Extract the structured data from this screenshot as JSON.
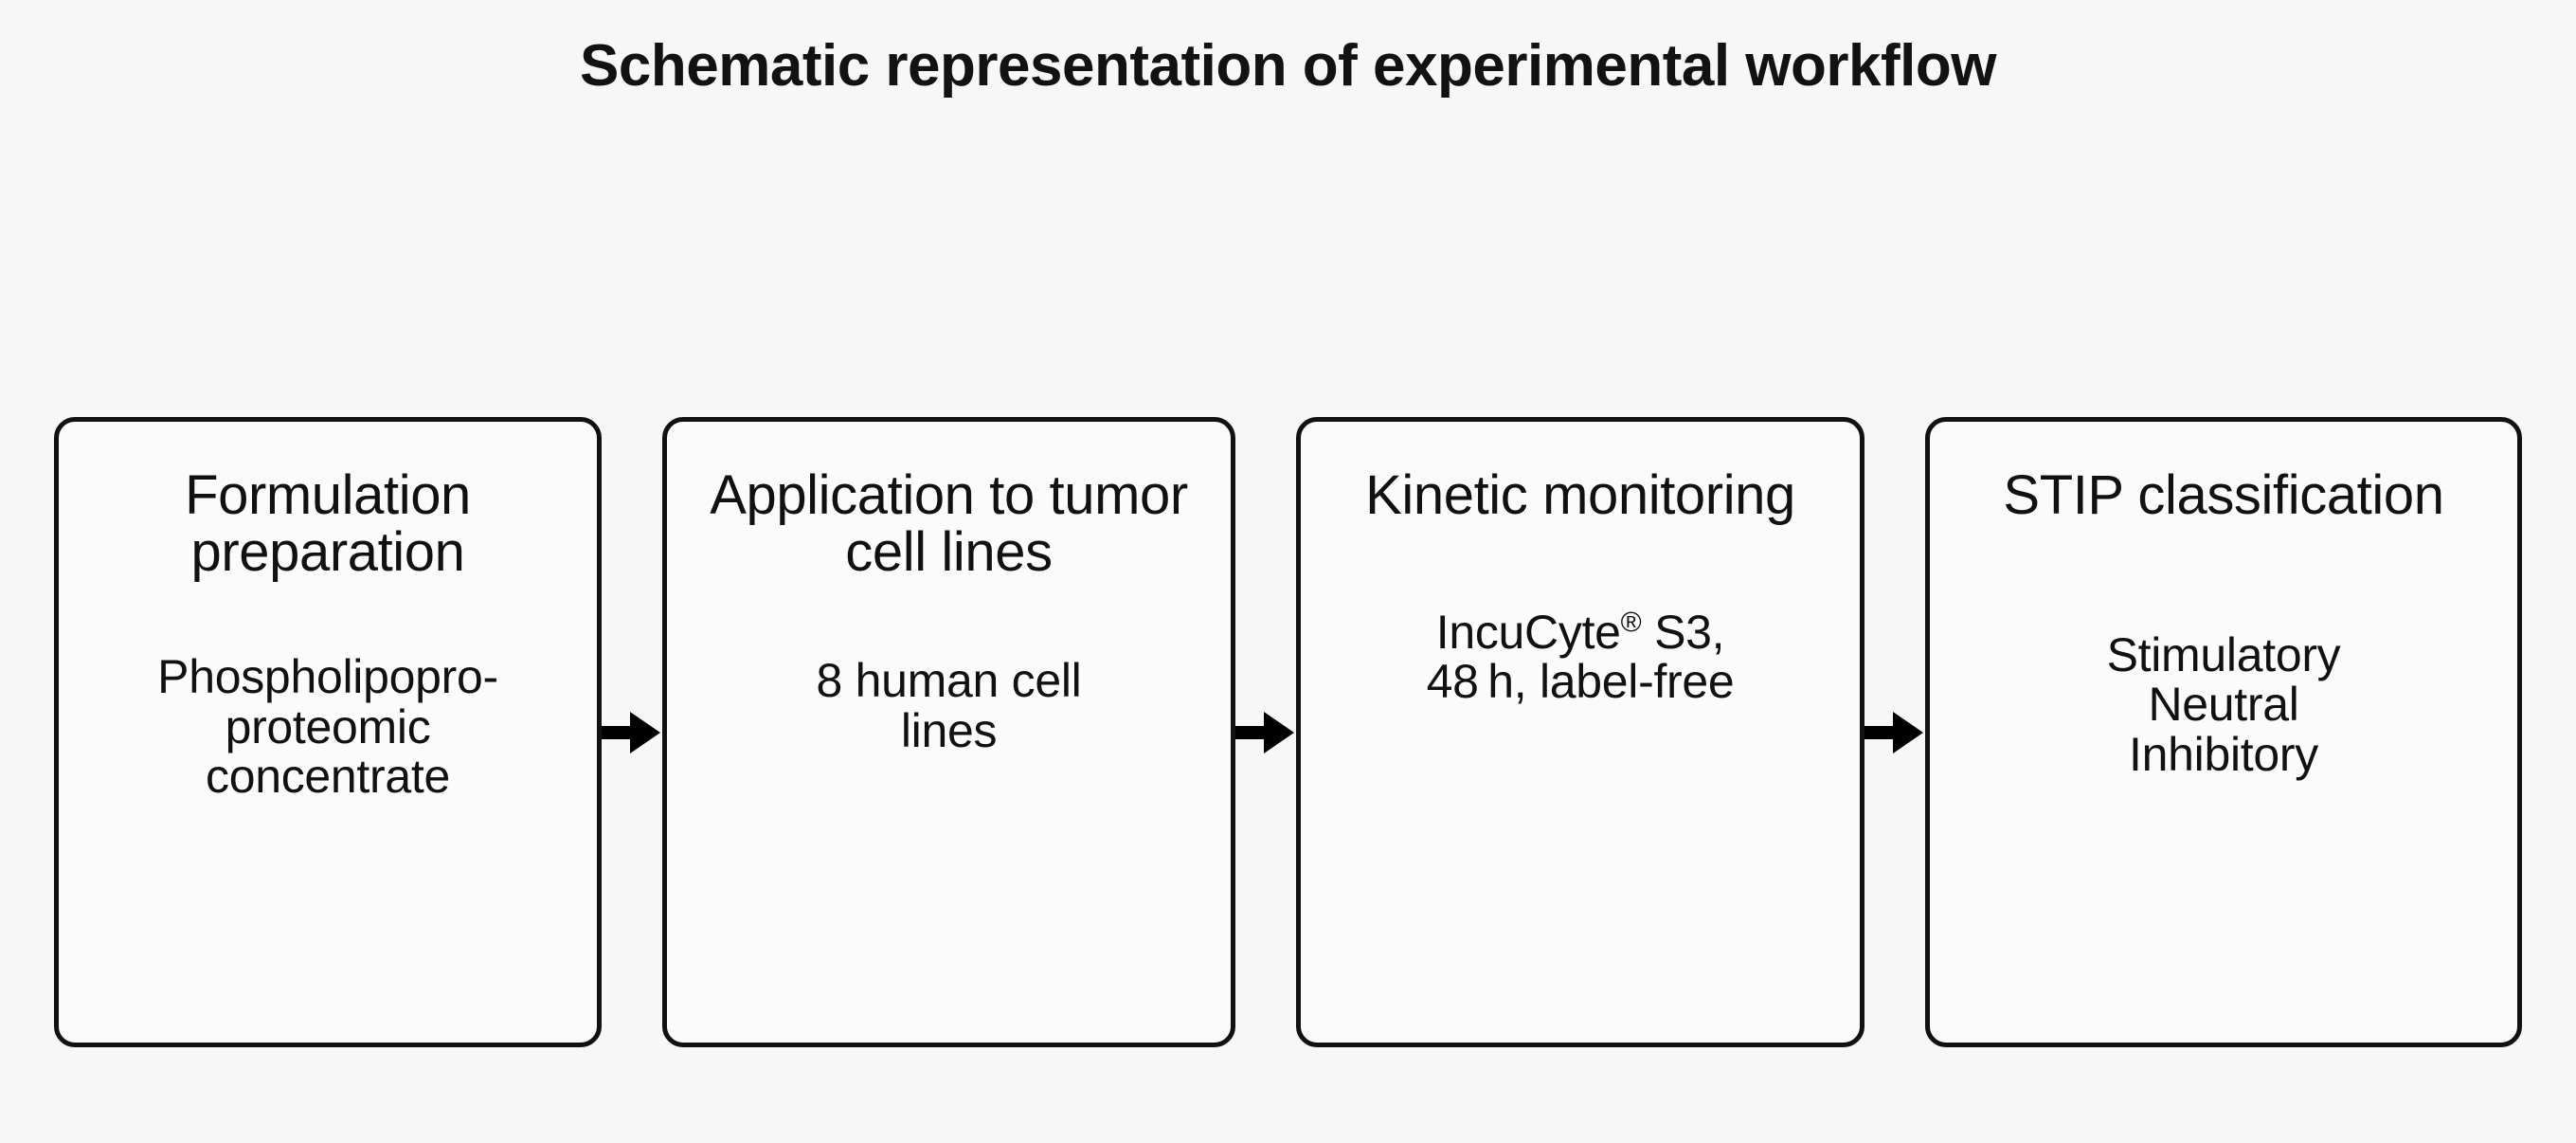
{
  "figure": {
    "title": "Schematic representation of experimental workflow",
    "background_color": "#f7f7f7",
    "box_border_color": "#111111",
    "box_fill_color": "#fbfbfb",
    "arrow_color": "#000000"
  },
  "workflow": {
    "steps": [
      {
        "index": 1,
        "heading": "Formulation preparation",
        "detail_lines": [
          "Phospholipopro-",
          "proteomic",
          "concentrate"
        ],
        "detail": "Phospholipopro-proteomic concentrate"
      },
      {
        "index": 2,
        "heading": "Application to tumor cell lines",
        "detail_lines": [
          "8 human cell",
          "lines"
        ],
        "detail": "8 human cell lines"
      },
      {
        "index": 3,
        "heading": "Kinetic monitoring",
        "detail_prefix": "IncuCyte",
        "detail_reg_mark": "®",
        "detail_suffix": " S3,",
        "detail_line2": "48 h, label-free",
        "detail": "IncuCyte® S3, 48 h, label-free"
      },
      {
        "index": 4,
        "heading": "STIP classification",
        "detail_lines": [
          "Stimulatory",
          "Neutral",
          "Inhibitory"
        ],
        "detail": "Stimulatory Neutral Inhibitory"
      }
    ],
    "connectors": [
      {
        "from": 1,
        "to": 2,
        "glyph": "arrow-right"
      },
      {
        "from": 2,
        "to": 3,
        "glyph": "arrow-right"
      },
      {
        "from": 3,
        "to": 4,
        "glyph": "arrow-right"
      }
    ]
  }
}
